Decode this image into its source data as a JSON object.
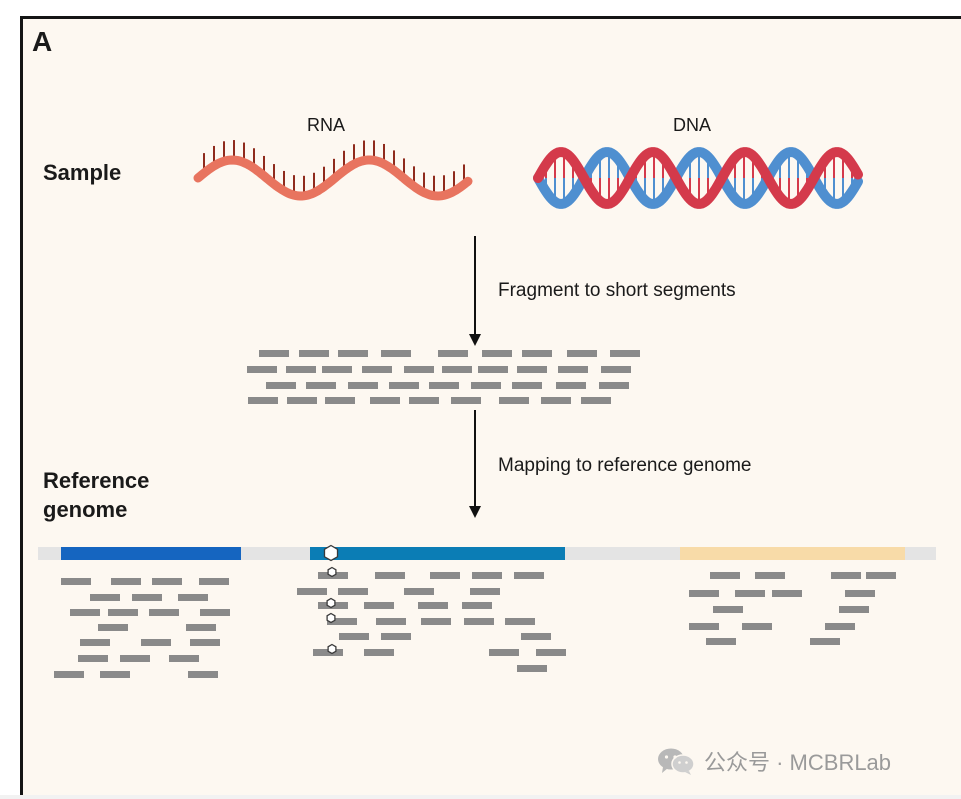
{
  "panel": {
    "letter": "A"
  },
  "labels": {
    "sample": "Sample",
    "reference_line1": "Reference",
    "reference_line2": "genome",
    "rna": "RNA",
    "dna": "DNA"
  },
  "steps": {
    "fragment": "Fragment to short segments",
    "mapping": "Mapping to reference genome"
  },
  "colors": {
    "rna": "#e8745f",
    "rna_ticks": "#8f2b1d",
    "dna_red": "#d43a4b",
    "dna_blue": "#4f8fd0",
    "read": "#8a8a8a",
    "ref_track": "#e4e4e4",
    "gene1": "#1565c0",
    "gene2": "#0b7db5",
    "gene3": "#f8dba8",
    "arrow": "#111111"
  },
  "icons": {
    "variant": "hexagon-marker-icon",
    "watermark": "wechat-icon"
  },
  "watermark": {
    "text": "公众号 · MCBRLab"
  }
}
